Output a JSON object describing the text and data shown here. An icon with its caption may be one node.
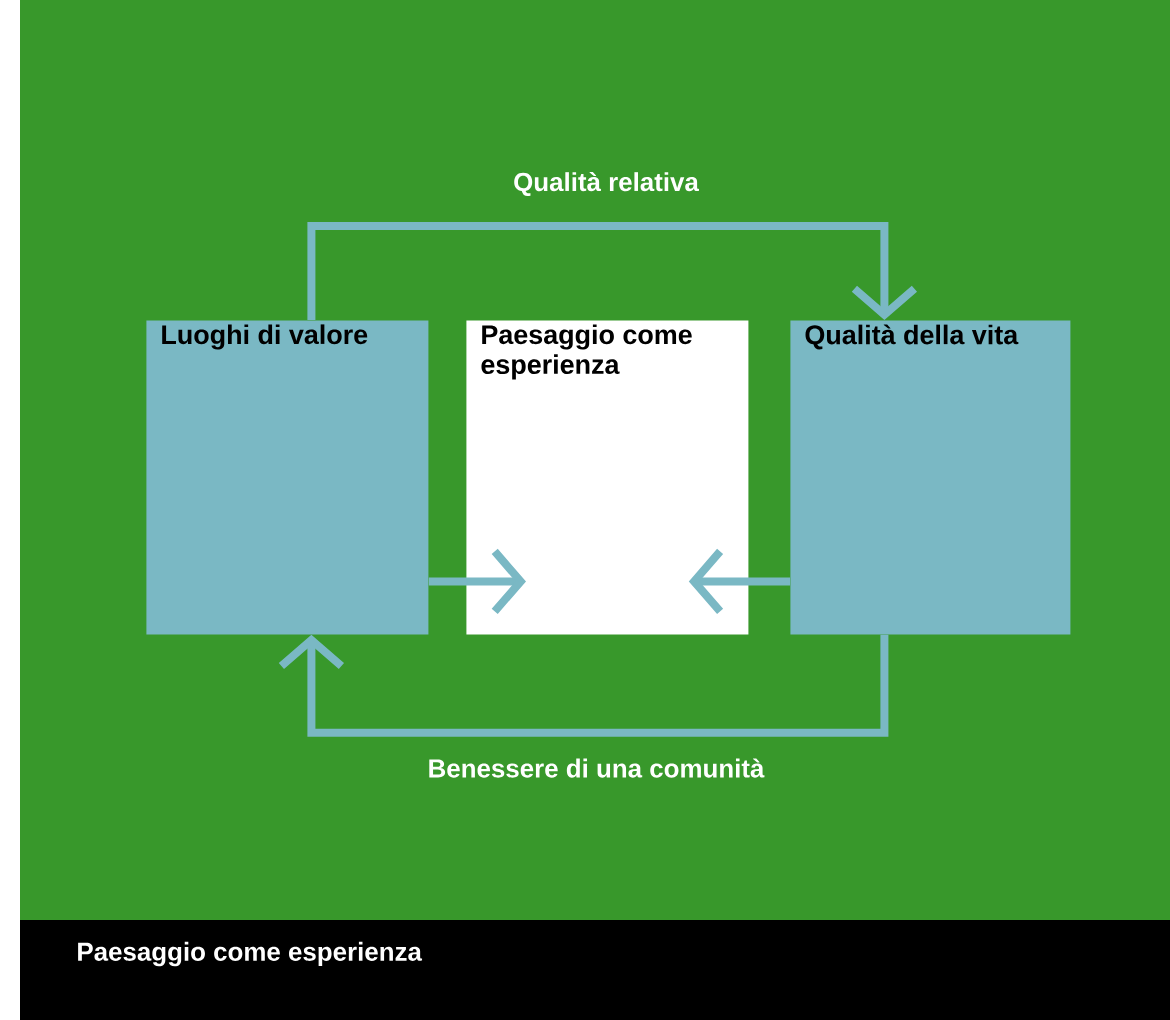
{
  "diagram": {
    "caption": "Paesaggio come esperienza",
    "nodes": [
      {
        "text": [
          "Luoghi di valore"
        ]
      },
      {
        "text": [
          "Paesaggio come esperienza"
        ]
      },
      {
        "text": [
          "Qualità della vita"
        ]
      }
    ],
    "edges": [
      {
        "from": 0,
        "to": 2,
        "arrow": "to",
        "label": "Qualità relativa"
      },
      {
        "from": 0,
        "to": 1,
        "arrow": "to"
      },
      {
        "from": 2,
        "to": 1,
        "arrow": "to"
      },
      {
        "from": 2,
        "to": 0,
        "arrow": "to",
        "label": "Benessere di una comunità"
      }
    ]
  }
}
